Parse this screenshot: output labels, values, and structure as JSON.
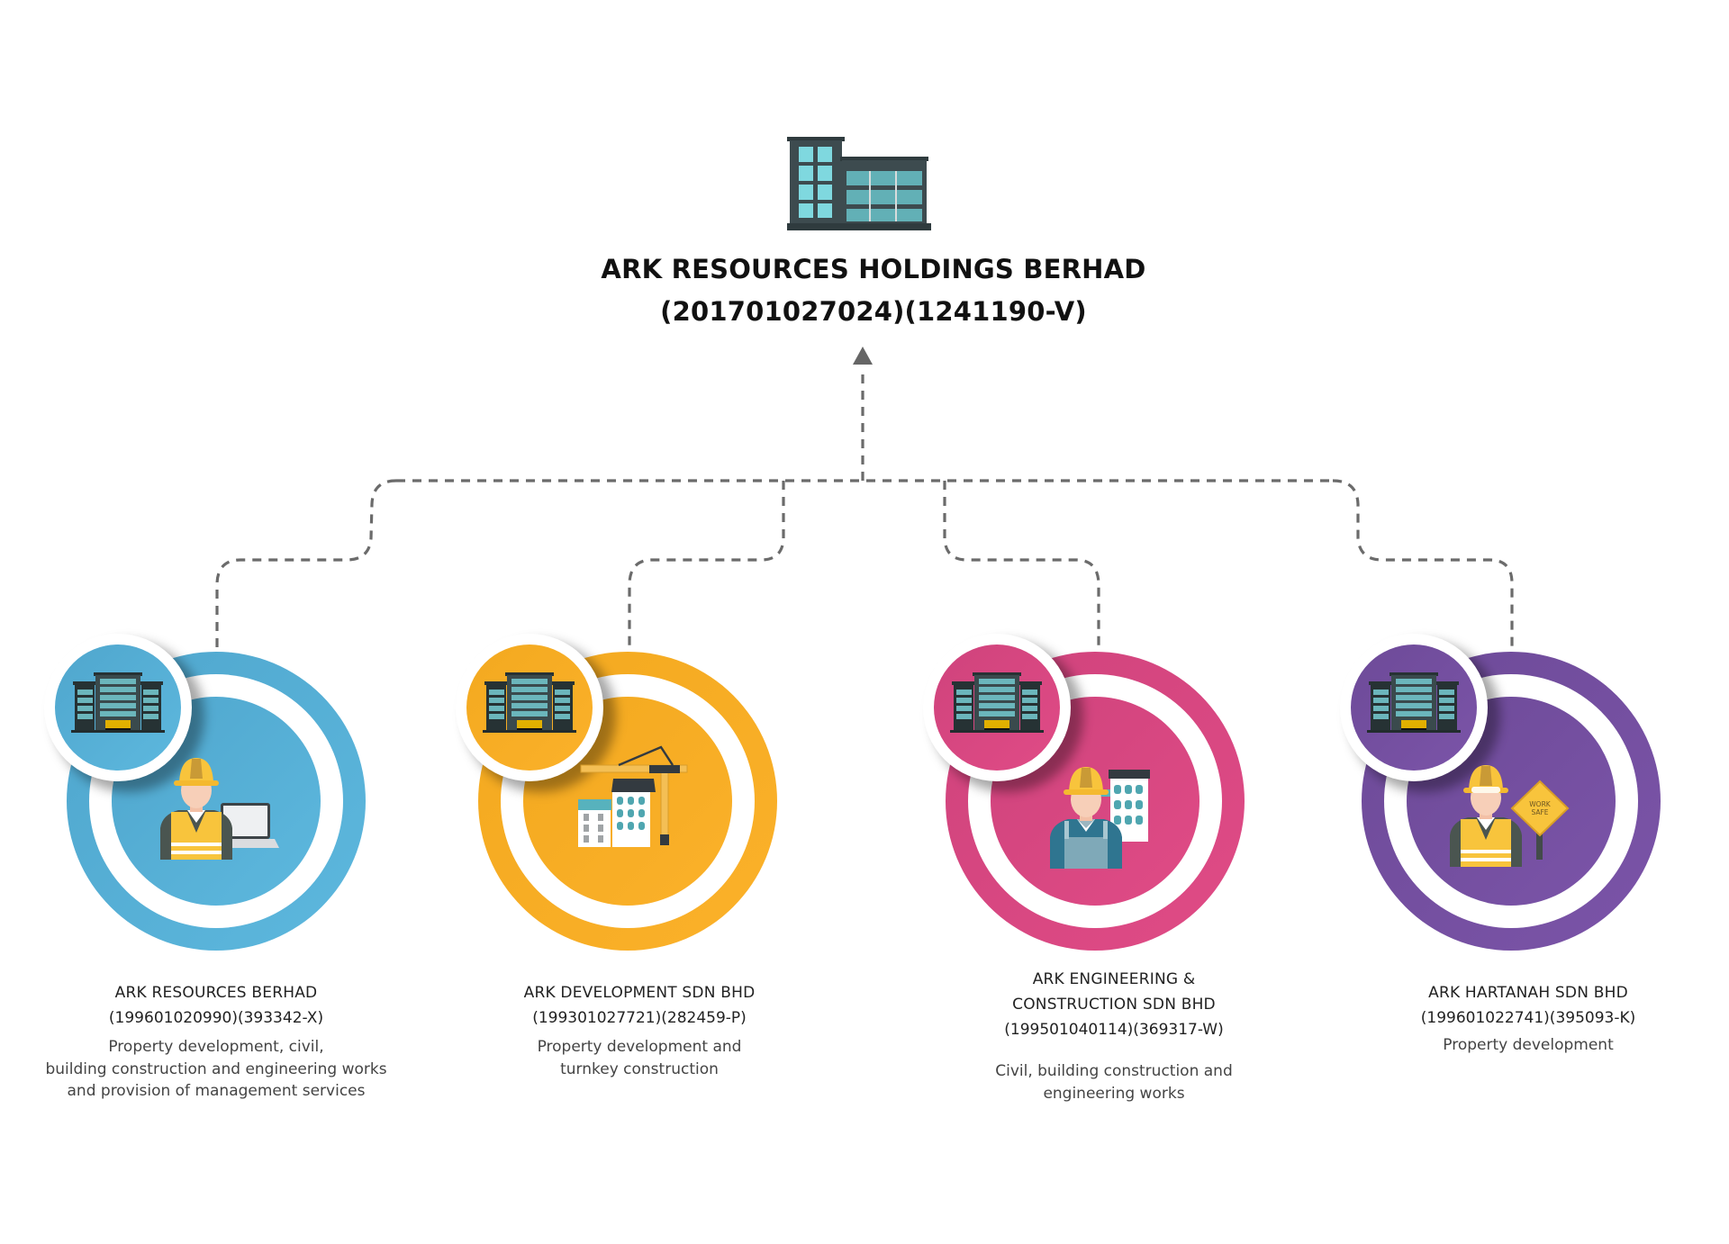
{
  "parent": {
    "icon": "office-building-icon",
    "name": "ARK RESOURCES HOLDINGS BERHAD",
    "registration": "(201701027024)(1241190-V)"
  },
  "connector": {
    "style": "dashed",
    "color": "#6b6b6b",
    "direction": "subsidiaries-to-parent"
  },
  "subsidiaries": [
    {
      "name_lines": [
        "ARK RESOURCES BERHAD"
      ],
      "registration": "(199601020990)(393342-X)",
      "description_lines": [
        "Property development, civil,",
        "building construction and engineering works",
        "and provision of management services"
      ],
      "color": "#5db8de",
      "color_dark": "#4fa6cd",
      "illustration": "engineer-with-laptop-icon"
    },
    {
      "name_lines": [
        "ARK DEVELOPMENT SDN BHD"
      ],
      "registration": "(199301027721)(282459-P)",
      "description_lines": [
        "Property development and",
        "turnkey construction"
      ],
      "color": "#fbb12a",
      "color_dark": "#f3a91f",
      "illustration": "buildings-with-crane-icon"
    },
    {
      "name_lines": [
        "ARK ENGINEERING &",
        "CONSTRUCTION SDN BHD"
      ],
      "registration": "(199501040114)(369317-W)",
      "description_lines": [
        "Civil, building construction and",
        "engineering works"
      ],
      "color": "#e04b86",
      "color_dark": "#cf437c",
      "illustration": "construction-worker-with-building-icon"
    },
    {
      "name_lines": [
        "ARK HARTANAH SDN BHD"
      ],
      "registration": "(199601022741)(395093-K)",
      "description_lines": [
        "Property development"
      ],
      "color": "#7b54a8",
      "color_dark": "#6d4a98",
      "illustration": "worker-with-work-safe-sign-icon",
      "sign_text": [
        "WORK",
        "SAFE"
      ]
    }
  ]
}
